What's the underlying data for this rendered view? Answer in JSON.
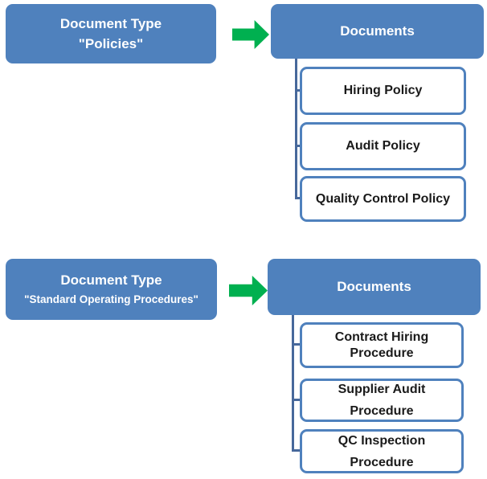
{
  "colors": {
    "box_blue": "#4F81BD",
    "child_border": "#4F81BD",
    "connector_blue": "#47689B",
    "arrow_green": "#00B050",
    "title_text": "#FFFFFF",
    "child_text": "#1A1A1A"
  },
  "sections": [
    {
      "type_box": {
        "title": "Document Type",
        "subtitle": "\"Policies\""
      },
      "arrow_icon": "right-arrow",
      "documents_box": {
        "title": "Documents"
      },
      "documents": [
        {
          "label": "Hiring Policy"
        },
        {
          "label": "Audit Policy"
        },
        {
          "label": "Quality Control Policy"
        }
      ]
    },
    {
      "type_box": {
        "title": "Document Type",
        "subtitle": "\"Standard Operating Procedures\""
      },
      "arrow_icon": "right-arrow",
      "documents_box": {
        "title": "Documents"
      },
      "documents": [
        {
          "label": [
            "Contract Hiring",
            "Procedure"
          ]
        },
        {
          "label": [
            "Supplier Audit",
            "Procedure"
          ]
        },
        {
          "label": [
            "QC Inspection",
            "Procedure"
          ]
        }
      ]
    }
  ]
}
